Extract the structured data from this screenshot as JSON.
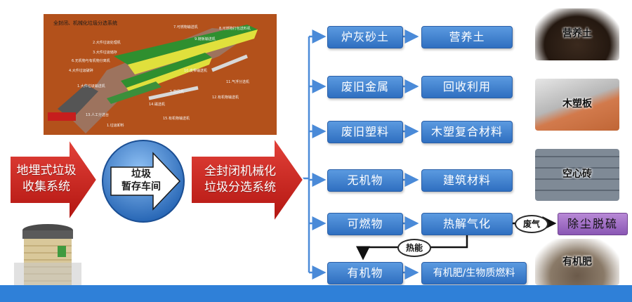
{
  "plant_image": {
    "title": "全封闭、机械化垃圾分选系统"
  },
  "flow": {
    "arrow1": {
      "line1": "地埋式垃圾",
      "line2": "收集系统"
    },
    "circle": {
      "line1": "垃圾",
      "line2": "暂存车间"
    },
    "arrow2": {
      "line1": "全封闭机械化",
      "line2": "垃圾分选系统"
    }
  },
  "rows": [
    {
      "source": "炉灰砂土",
      "product": "营养土",
      "photo_label": "营养土"
    },
    {
      "source": "废旧金属",
      "product": "回收利用",
      "photo_label": "木塑板"
    },
    {
      "source": "废旧塑料",
      "product": "木塑复合材料",
      "photo_label": "空心砖"
    },
    {
      "source": "无机物",
      "product": "建筑材料"
    },
    {
      "source": "可燃物",
      "product": "热解气化"
    },
    {
      "source": "有机物",
      "product": "有机肥/生物质燃料",
      "photo_label": "有机肥"
    }
  ],
  "waste_gas_label": "废气",
  "dust_removal": "除尘脱硫",
  "heat_label": "热能",
  "colors": {
    "box_blue": "#3f82d3",
    "arrow_red": "#d0231f",
    "footer_blue": "#2f80d8",
    "purple": "#9a67c2"
  }
}
